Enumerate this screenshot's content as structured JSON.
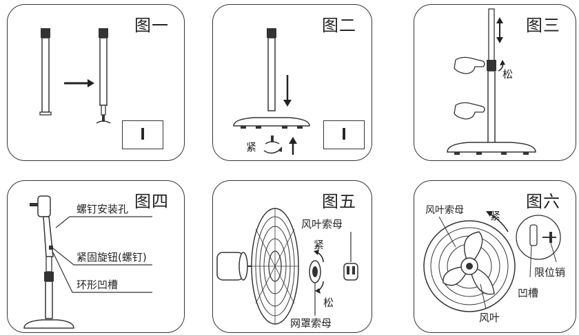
{
  "panels": {
    "p1": {
      "title": "图一",
      "box": "l"
    },
    "p2": {
      "title": "图二",
      "box": "l",
      "tight": "紧"
    },
    "p3": {
      "title": "图三",
      "loose": "松"
    },
    "p4": {
      "title": "图四",
      "label1": "螺钉安装孔",
      "label2": "紧固旋钮(螺钉)",
      "label3": "环形凹槽"
    },
    "p5": {
      "title": "图五",
      "label_blade_nut": "风叶索母",
      "tight": "紧",
      "loose": "松",
      "label_grill_nut": "网罩索母"
    },
    "p6": {
      "title": "图六",
      "label_blade_nut": "风叶索母",
      "tight": "紧",
      "label_pin": "限位销",
      "label_groove": "凹槽",
      "label_blade": "风叶"
    }
  }
}
